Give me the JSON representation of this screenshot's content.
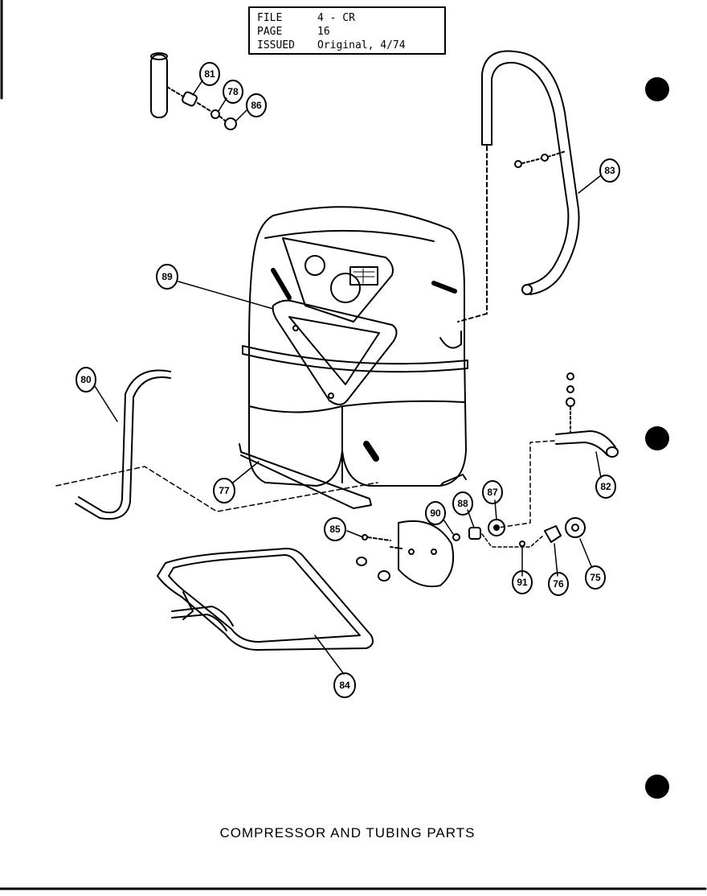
{
  "header": {
    "rows": [
      {
        "label": "FILE",
        "value": "4 - CR"
      },
      {
        "label": "PAGE",
        "value": "16"
      },
      {
        "label": "ISSUED",
        "value": "Original, 4/74"
      }
    ]
  },
  "callouts": [
    "81",
    "78",
    "86",
    "83",
    "89",
    "80",
    "77",
    "82",
    "85",
    "90",
    "88",
    "87",
    "91",
    "76",
    "75",
    "84"
  ],
  "caption": "COMPRESSOR AND TUBING PARTS"
}
